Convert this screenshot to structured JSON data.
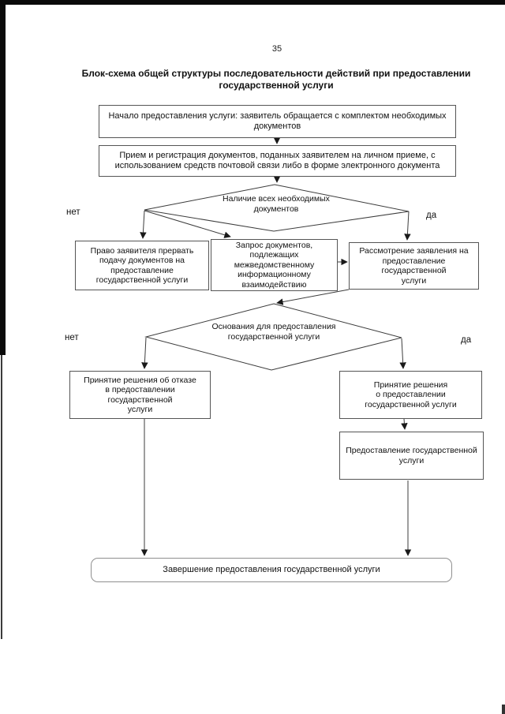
{
  "page": {
    "number": "35",
    "title": "Блок-схема общей структуры последовательности действий при предоставлении\nгосударственной услуги"
  },
  "flowchart": {
    "nodes": {
      "start": "Начало предоставления услуги: заявитель обращается с комплектом необходимых\nдокументов",
      "reception": "Прием и регистрация документов, поданных заявителем на личном приеме, с\nиспользованием средств почтовой связи либо в форме электронного документа",
      "has_documents": "Наличие всех необходимых\nдокументов",
      "interrupt": "Право заявителя прервать\nподачу документов на\nпредоставление\nгосударственной услуги",
      "request": "Запрос документов,\nподлежащих\nмежведомственному\nинформационному\nвзаимодействию",
      "review": "Рассмотрение заявления на\nпредоставление государственной\nуслуги",
      "grounds": "Основания для предоставления\nгосударственной услуги",
      "refusal": "Принятие решения об отказе\nв предоставлении\nгосударственной\nуслуги",
      "grant": "Принятие решения\nо предоставлении\nгосударственной услуги",
      "provision": "Предоставление государственной\nуслуги",
      "completion": "Завершение предоставления государственной услуги"
    },
    "labels": {
      "no": "нет",
      "yes": "да"
    }
  }
}
